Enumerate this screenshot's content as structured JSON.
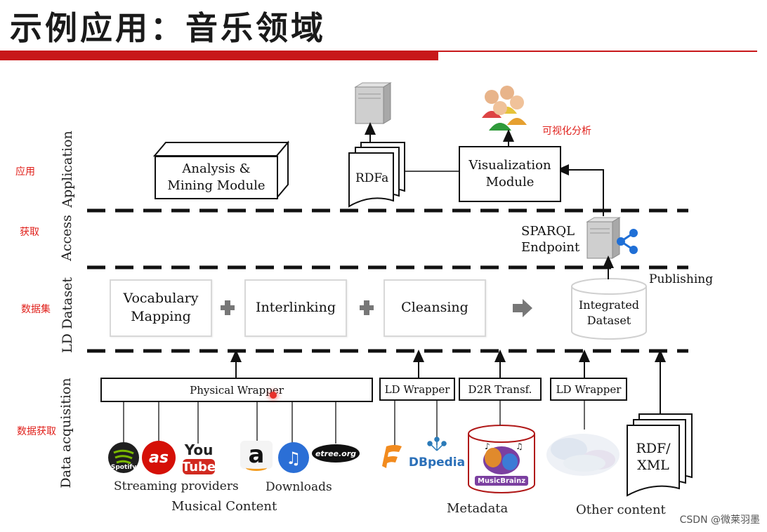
{
  "title": "示例应用：音乐领域",
  "colors": {
    "accent_bar": "#c8181a",
    "annotation": "#e0201b"
  },
  "annotations": {
    "app": "应用",
    "access": "获取",
    "dataset": "数据集",
    "acquisition": "数据获取",
    "visualization": "可视化分析"
  },
  "layers": {
    "application": "Application",
    "access": "Access",
    "ld_dataset": "LD Dataset",
    "data_acquisition": "Data acquisition"
  },
  "application": {
    "analysis_line1": "Analysis &",
    "analysis_line2": "Mining Module",
    "rdfa": "RDFa",
    "viz_line1": "Visualization",
    "viz_line2": "Module"
  },
  "access": {
    "sparql_line1": "SPARQL",
    "sparql_line2": "Endpoint",
    "publishing": "Publishing"
  },
  "dataset": {
    "vocab_line1": "Vocabulary",
    "vocab_line2": "Mapping",
    "interlinking": "Interlinking",
    "cleansing": "Cleansing",
    "integrated_line1": "Integrated",
    "integrated_line2": "Dataset"
  },
  "acquisition": {
    "physical_wrapper": "Physical Wrapper",
    "ld_wrapper_1": "LD Wrapper",
    "d2r": "D2R Transf.",
    "ld_wrapper_2": "LD Wrapper",
    "rdf_line1": "RDF/",
    "rdf_line2": "XML"
  },
  "captions": {
    "streaming": "Streaming providers",
    "downloads": "Downloads",
    "musical": "Musical Content",
    "metadata": "Metadata",
    "other": "Other content"
  },
  "logos": {
    "spotify": "Spotify",
    "lastfm": "as",
    "youtube_top": "You",
    "youtube_bottom": "Tube",
    "amazon": "a",
    "etree": "etree.org",
    "dbpedia": "DBpedia",
    "musicbrainz": "MusicBrainz"
  },
  "watermark": "CSDN @微莱羽墨"
}
